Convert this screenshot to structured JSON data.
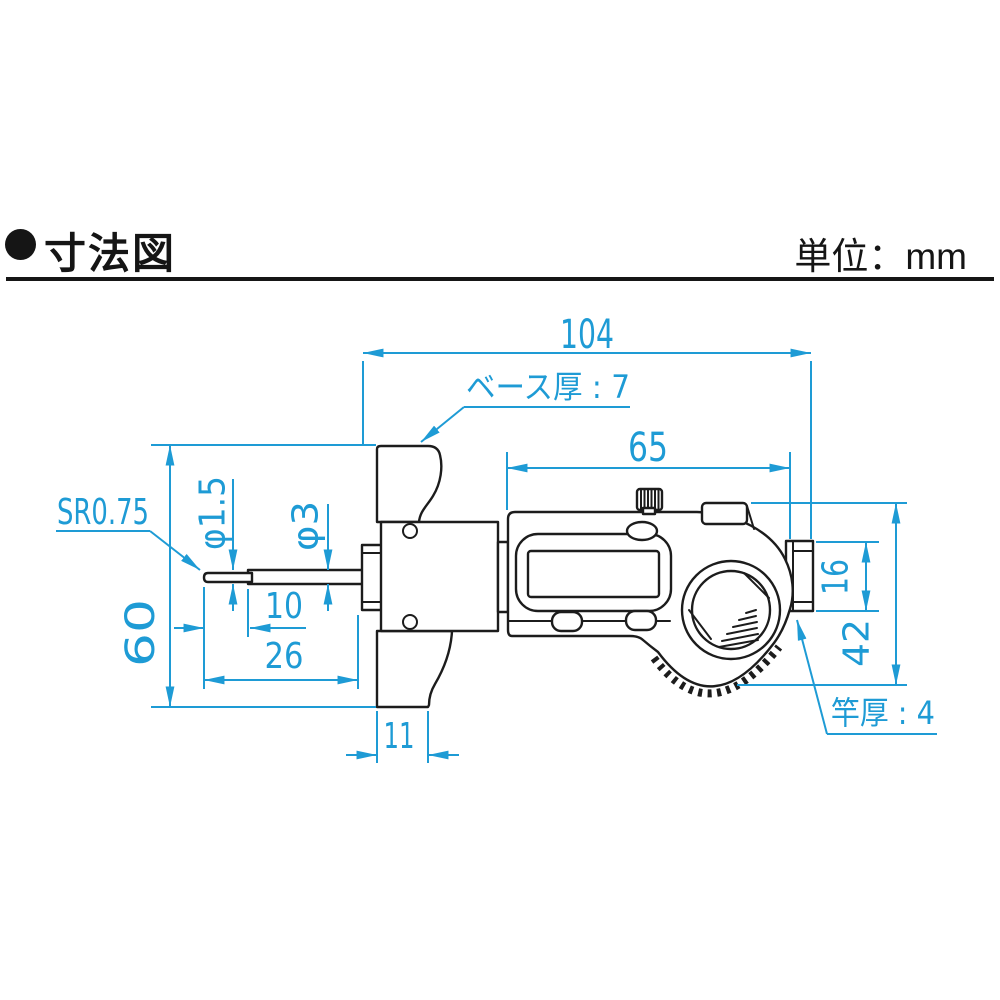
{
  "header": {
    "title": "寸法図",
    "unit_label": "単位：mm"
  },
  "drawing": {
    "unit": "mm",
    "labels": {
      "overall_width": "104",
      "base_thickness": "ベース厚 : 7",
      "body_length": "65",
      "tip_radius": "SR0.75",
      "pin_diameter": "φ1.5",
      "rod_diameter": "φ3",
      "base_height": "60",
      "pin_length": "10",
      "probe_reach": "26",
      "base_foot_width": "11",
      "rod_end_height": "16",
      "head_height": "42",
      "beam_thickness": "竿厚 : 4"
    },
    "dimensions_mm": {
      "overall_width": 104,
      "body_length": 65,
      "base_height": 60,
      "pin_length": 10,
      "probe_reach": 26,
      "base_foot_width": 11,
      "rod_end_height": 16,
      "head_height": 42,
      "base_thickness": 7,
      "beam_thickness": 4,
      "pin_diameter": 1.5,
      "rod_diameter": 3,
      "tip_sphere_radius": 0.75
    }
  }
}
